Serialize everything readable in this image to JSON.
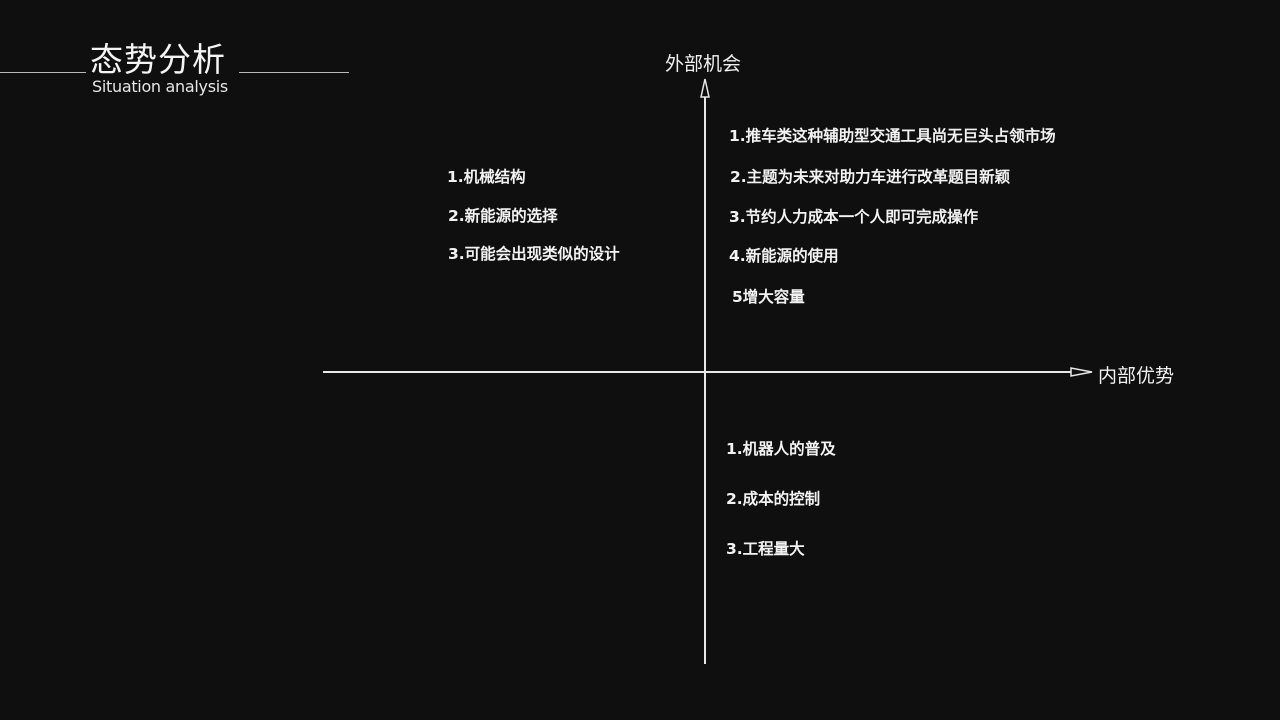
{
  "header": {
    "title_cn": "态势分析",
    "title_en": "Situation analysis"
  },
  "axes": {
    "vertical_label": "外部机会",
    "horizontal_label": "内部优势",
    "color": "#e8e8e8"
  },
  "quadrants": {
    "top_left": {
      "items": [
        "1.机械结构",
        "2.新能源的选择",
        "3.可能会出现类似的设计"
      ]
    },
    "top_right": {
      "items": [
        "1.推车类这种辅助型交通工具尚无巨头占领市场",
        "2.主题为未来对助力车进行改革题目新颖",
        "3.节约人力成本一个人即可完成操作",
        "4.新能源的使用",
        "5增大容量"
      ]
    },
    "bottom_right": {
      "items": [
        "1.机器人的普及",
        "2.成本的控制",
        "3.工程量大"
      ]
    }
  },
  "colors": {
    "background": "#0f0f0f",
    "text": "#f2f2f2"
  }
}
